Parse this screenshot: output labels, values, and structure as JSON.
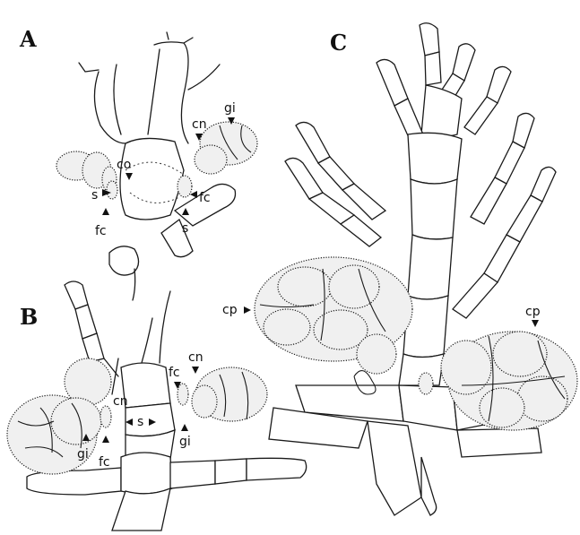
{
  "panels": {
    "a": {
      "label": "A"
    },
    "b": {
      "label": "B"
    },
    "c": {
      "label": "C"
    }
  },
  "labels": {
    "gi": "gi",
    "cn": "cn",
    "co": "co",
    "s": "s",
    "fc": "fc",
    "cp": "cp"
  }
}
